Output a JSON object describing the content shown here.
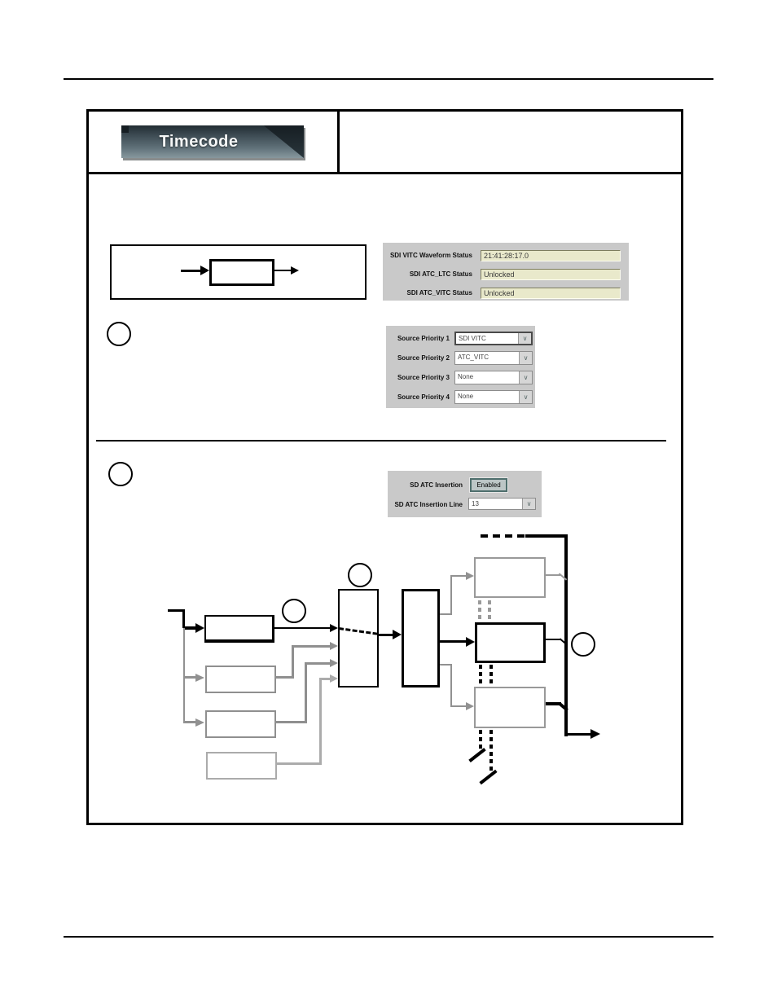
{
  "header": {
    "tab_label": "Timecode"
  },
  "status_panel": {
    "rows": [
      {
        "label": "SDI VITC Waveform Status",
        "value": "21:41:28:17.0"
      },
      {
        "label": "SDI ATC_LTC Status",
        "value": "Unlocked"
      },
      {
        "label": "SDI ATC_VITC Status",
        "value": "Unlocked"
      }
    ]
  },
  "source_priority_panel": {
    "rows": [
      {
        "label": "Source Priority 1",
        "value": "SDI VITC"
      },
      {
        "label": "Source Priority 2",
        "value": "ATC_VITC"
      },
      {
        "label": "Source Priority 3",
        "value": "None"
      },
      {
        "label": "Source Priority 4",
        "value": "None"
      }
    ]
  },
  "sd_atc_panel": {
    "insertion_label": "SD ATC Insertion",
    "insertion_value": "Enabled",
    "line_label": "SD ATC Insertion Line",
    "line_value": "13"
  },
  "icons": {
    "dropdown_chevron": "∨"
  },
  "colors": {
    "panel_bg": "#c9c9c9",
    "field_bg": "#e9e9cb",
    "tab_dark": "#222d33",
    "tab_light": "#87989e",
    "diagram_gray": "#8f8f8f",
    "diagram_light_gray": "#ababab",
    "black": "#000000"
  }
}
